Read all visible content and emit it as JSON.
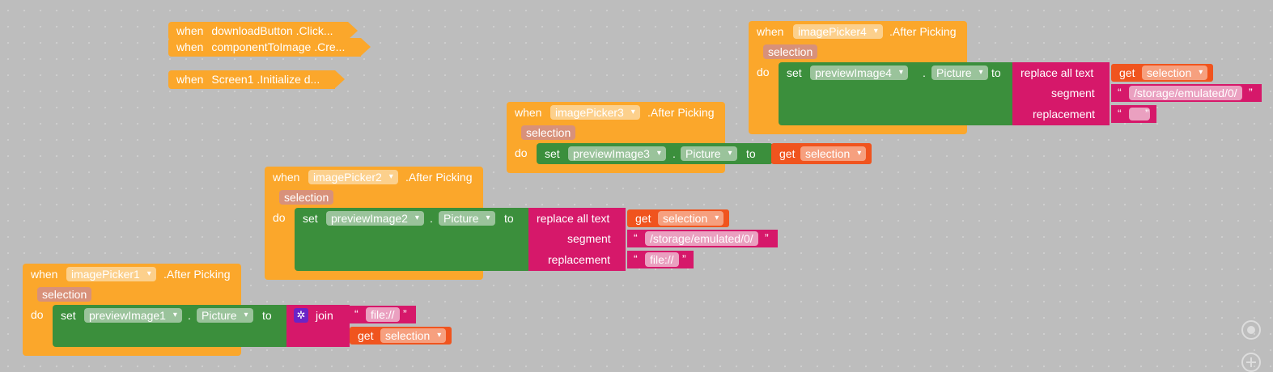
{
  "collapsed": [
    {
      "when": "when",
      "label": "downloadButton .Click..."
    },
    {
      "when": "when",
      "label": "componentToImage .Cre..."
    },
    {
      "when": "when",
      "label": "Screen1 .Initialize d..."
    }
  ],
  "picker4": {
    "when": "when",
    "component": "imagePicker4",
    "event": ".After Picking",
    "param": "selection",
    "do": "do",
    "set": "set",
    "target": "previewImage4",
    "dot": ".",
    "prop": "Picture",
    "to": "to",
    "replace": "replace all text",
    "get": "get",
    "get_var": "selection",
    "segment_label": "segment",
    "segment_val": "/storage/emulated/0/",
    "replacement_label": "replacement",
    "replacement_val": ""
  },
  "picker3": {
    "when": "when",
    "component": "imagePicker3",
    "event": ".After Picking",
    "param": "selection",
    "do": "do",
    "set": "set",
    "target": "previewImage3",
    "dot": ".",
    "prop": "Picture",
    "to": "to",
    "get": "get",
    "get_var": "selection"
  },
  "picker2": {
    "when": "when",
    "component": "imagePicker2",
    "event": ".After Picking",
    "param": "selection",
    "do": "do",
    "set": "set",
    "target": "previewImage2",
    "dot": ".",
    "prop": "Picture",
    "to": "to",
    "replace": "replace all text",
    "get": "get",
    "get_var": "selection",
    "segment_label": "segment",
    "segment_val": "/storage/emulated/0/",
    "replacement_label": "replacement",
    "replacement_val": "file://"
  },
  "picker1": {
    "when": "when",
    "component": "imagePicker1",
    "event": ".After Picking",
    "param": "selection",
    "do": "do",
    "set": "set",
    "target": "previewImage1",
    "dot": ".",
    "prop": "Picture",
    "to": "to",
    "join": "join",
    "text_val": "file://",
    "get": "get",
    "get_var": "selection"
  },
  "quote_open": "“",
  "quote_close": "”",
  "icons": {
    "gear": "gear-icon",
    "target": "recenter-icon",
    "zoom": "zoom-in-icon"
  }
}
